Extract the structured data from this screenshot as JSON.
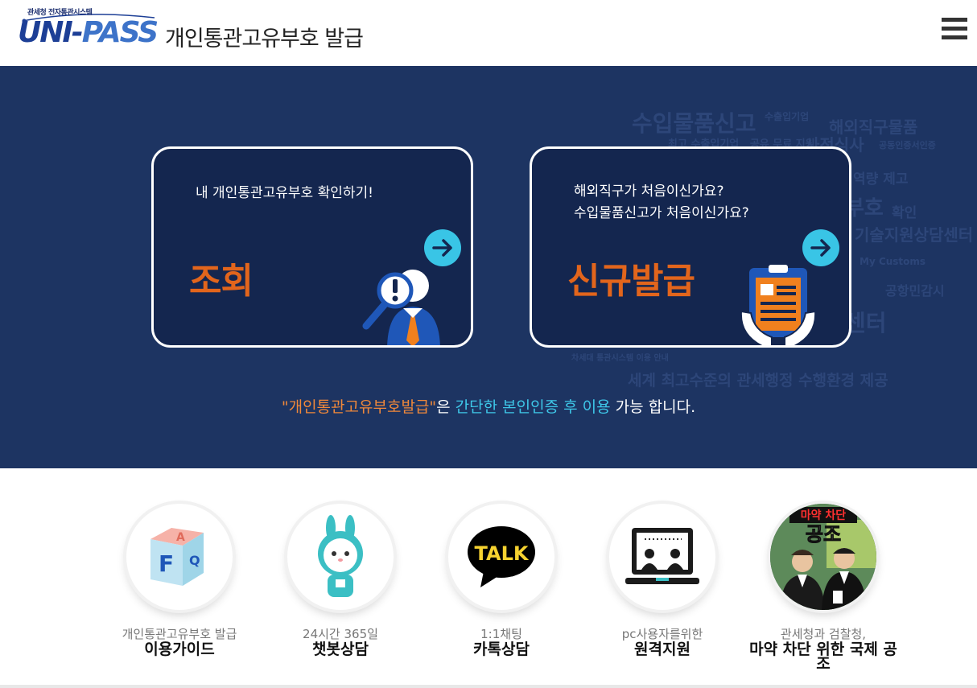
{
  "header": {
    "logo_sub": "관세청 전자통관시스템",
    "logo_main_uni": "UNI-",
    "logo_main_pass": "PASS",
    "title": "개인통관고유부호 발급",
    "menu_icon": "hamburger-menu-icon"
  },
  "hero": {
    "background_color": "#1d3462",
    "cards": [
      {
        "description": "내 개인통관고유부호 확인하기!",
        "title": "조회",
        "icon": "magnifier-person-icon"
      },
      {
        "description_line1": "해외직구가 처음이신가요?",
        "description_line2": "수입물품신고가 처음이신가요?",
        "title": "신규발급",
        "icon": "document-hands-icon"
      }
    ],
    "note": {
      "part1": "\"개인통관고유부호발급\"",
      "part2": "은 ",
      "part3": "간단한 본인인증 후 이용",
      "part4": " 가능 합니다."
    },
    "accent_orange": "#e2651c",
    "accent_cyan": "#39c5e6"
  },
  "services": [
    {
      "small": "개인통관고유부호 발급",
      "big": "이용가이드",
      "icon": "faq-cube-icon"
    },
    {
      "small": "24시간 365일",
      "big": "챗봇상담",
      "icon": "chatbot-rabbit-icon"
    },
    {
      "small": "1:1채팅",
      "big": "카톡상담",
      "icon": "kakaotalk-icon",
      "badge": "TALK"
    },
    {
      "small": "pc사용자를위한",
      "big": "원격지원",
      "icon": "remote-support-icon"
    },
    {
      "small": "관세청과 검찰청,",
      "big": "마약 차단 위한 국제 공조",
      "icon": "drug-cooperation-image",
      "image_caption_top": "마약 차단",
      "image_caption_main": "공조"
    }
  ]
}
